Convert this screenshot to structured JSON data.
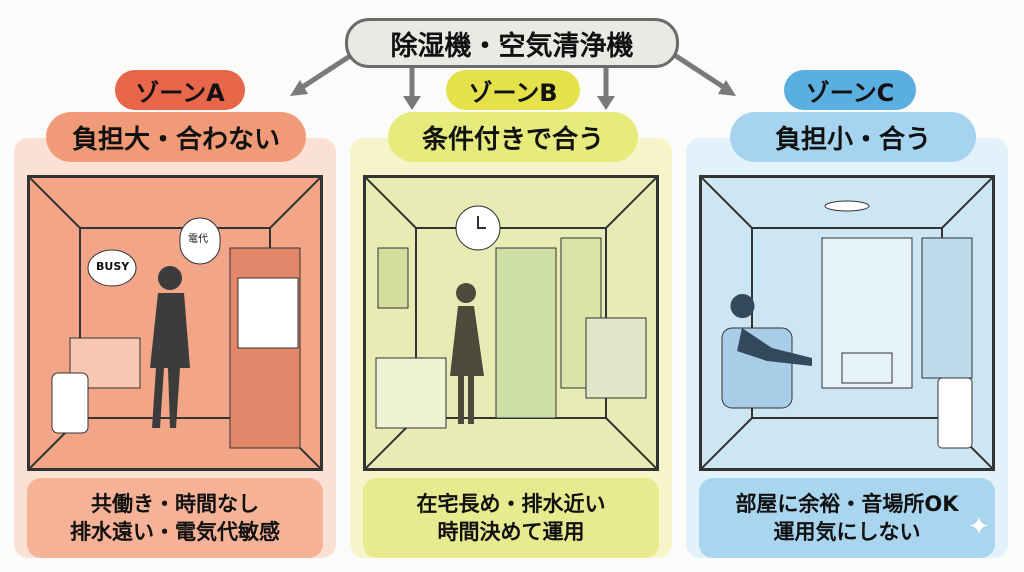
{
  "title": "除湿機・空気清浄機",
  "zones": [
    {
      "tag": "ゾーンA",
      "label": "負担大・合わない",
      "caption": [
        "共働き・時間なし",
        "排水遠い・電気代敏感"
      ],
      "bubble_busy": "BUSY",
      "bill_text": "電代",
      "colors": {
        "tag": "#e8664a",
        "label": "#f19a77",
        "panel": "#fbe0d4",
        "room": "#f2a587",
        "cap": "#f6b297"
      }
    },
    {
      "tag": "ゾーンB",
      "label": "条件付きで合う",
      "caption": [
        "在宅長め・排水近い",
        "時間決めて運用"
      ],
      "colors": {
        "tag": "#e5e14a",
        "label": "#e7eb7c",
        "panel": "#f6f4c8",
        "room": "#e7ecb4",
        "cap": "#e7ea8e"
      }
    },
    {
      "tag": "ゾーンC",
      "label": "負担小・合う",
      "caption": [
        "部屋に余裕・音場所OK",
        "運用気にしない"
      ],
      "colors": {
        "tag": "#5aaee0",
        "label": "#a6d3ef",
        "panel": "#e2f1fa",
        "room": "#cde6f4",
        "cap": "#a9d5ef"
      }
    }
  ]
}
